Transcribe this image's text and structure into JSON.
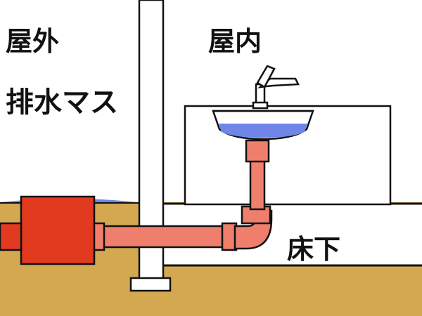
{
  "labels": {
    "outdoor": "屋外",
    "indoor": "屋内",
    "drain_box": "排水マス",
    "underfloor": "床下"
  },
  "colors": {
    "ground": "#d3a851",
    "drain_box": "#e23a1e",
    "pipe": "#ef7f6c",
    "water": "#6f86e8",
    "outline": "#111111",
    "wall": "#ffffff"
  },
  "icons": {
    "faucet": "faucet-icon",
    "sink": "sink-basin",
    "drain_box": "drain-box",
    "pipe": "drain-pipe"
  }
}
